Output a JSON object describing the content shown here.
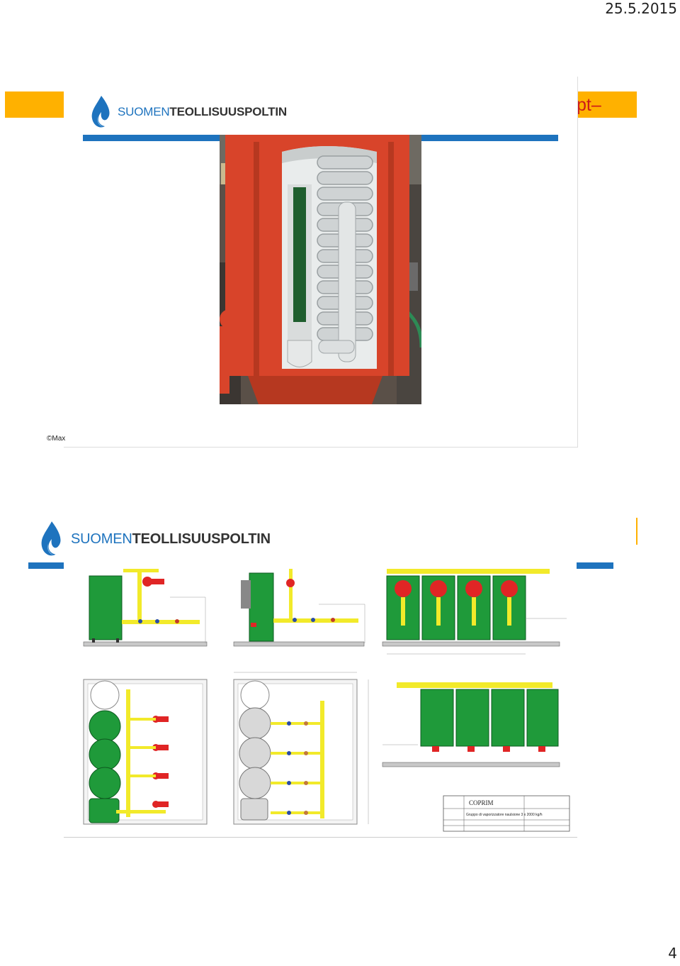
{
  "page": {
    "date": "25.5.2015",
    "page_number": "4"
  },
  "slide1": {
    "logo": {
      "text_part1": "SUOMEN",
      "text_part2": "TEOLLISUUSPOLTIN"
    },
    "title_fragment": "pt–",
    "copyright": "©Max",
    "colors": {
      "orange": "#ffb100",
      "blue": "#1e73be",
      "vessel": "#d8442a"
    }
  },
  "slide2": {
    "logo": {
      "text_part1": "SUOMEN",
      "text_part2": "TEOLLISUUSPOLTIN"
    },
    "title_block": {
      "company": "COPRIM",
      "description": "Gruppo di vaporizzatore naulsione 3 x 2000 kg/h"
    },
    "colors": {
      "tank_green": "#1f9a3a",
      "pipe_yellow": "#f2ea2a",
      "valve_red": "#e02525"
    }
  }
}
